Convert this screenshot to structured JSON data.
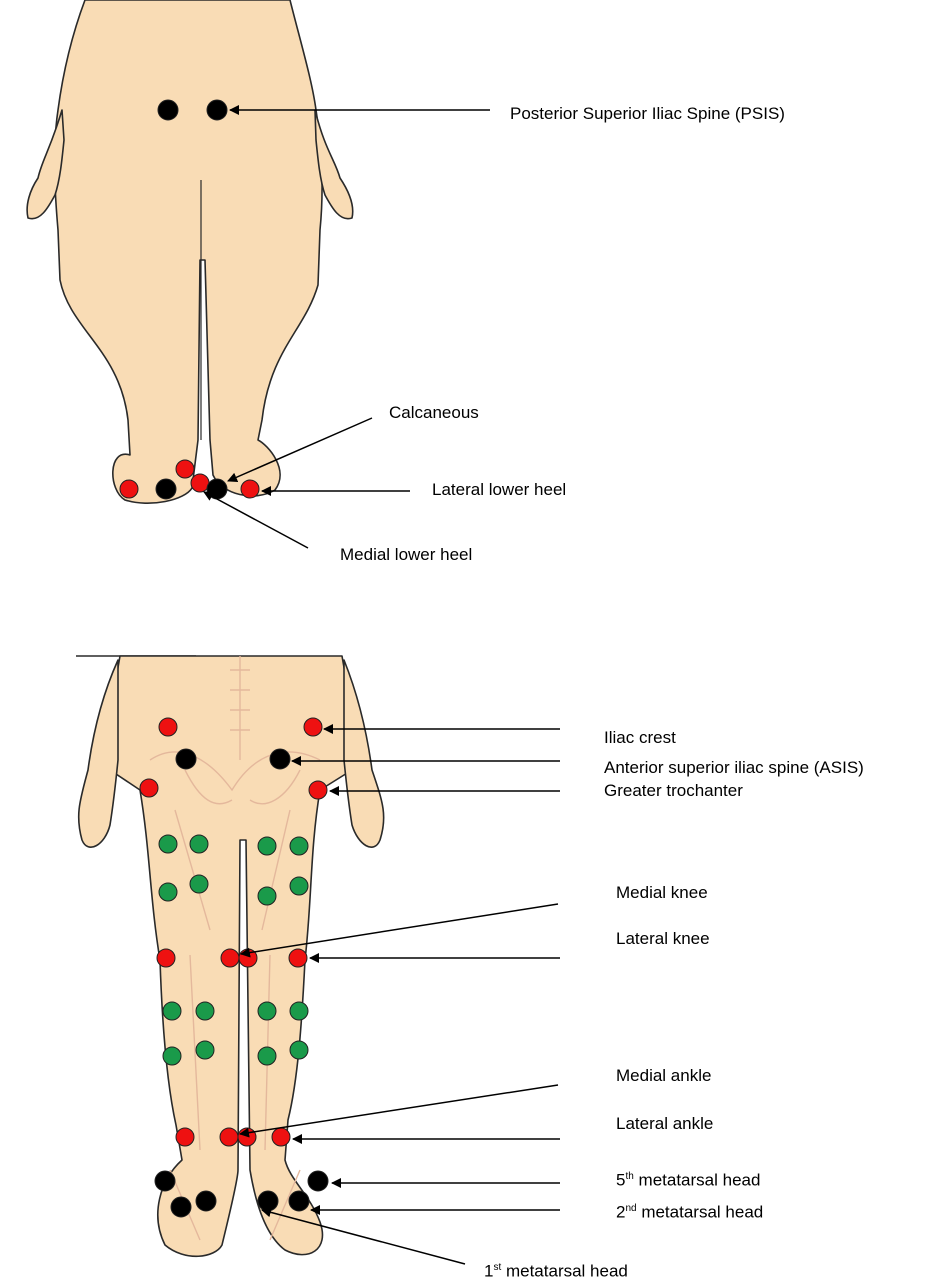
{
  "colors": {
    "skin": "#f9dcb5",
    "outline": "#2a2a2a",
    "bone_line": "#e4b89c",
    "marker_black": "#000000",
    "marker_red": "#ee1111",
    "marker_green": "#1a9a4a"
  },
  "posterior_view": {
    "labels": {
      "psis": "Posterior Superior Iliac Spine (PSIS)",
      "calcaneous": "Calcaneous",
      "lateral_lower_heel": "Lateral lower heel",
      "medial_lower_heel": "Medial lower heel"
    }
  },
  "anterior_view": {
    "labels": {
      "iliac_crest": "Iliac crest",
      "asis": "Anterior superior iliac spine (ASIS)",
      "greater_trochanter": "Greater trochanter",
      "medial_knee": "Medial knee",
      "lateral_knee": "Lateral knee",
      "medial_ankle": "Medial ankle",
      "lateral_ankle": "Lateral ankle",
      "metatarsal_5_num": "5",
      "metatarsal_5_sup": "th",
      "metatarsal_5_rest": " metatarsal head",
      "metatarsal_2_num": "2",
      "metatarsal_2_sup": "nd",
      "metatarsal_2_rest": " metatarsal head",
      "metatarsal_1_num": "1",
      "metatarsal_1_sup": "st",
      "metatarsal_1_rest": " metatarsal head"
    }
  }
}
